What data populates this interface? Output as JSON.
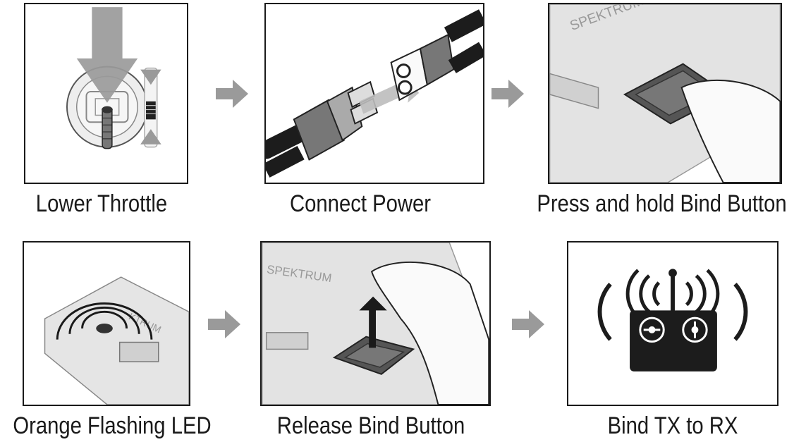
{
  "steps": [
    {
      "label": "Lower Throttle"
    },
    {
      "label": "Connect Power"
    },
    {
      "label": "Press and hold Bind Button"
    },
    {
      "label": "Orange Flashing LED"
    },
    {
      "label": "Release Bind Button"
    },
    {
      "label": "Bind TX to RX"
    }
  ],
  "brand_text": "SPEKTRUM",
  "colors": {
    "ink": "#1a1a1a",
    "arrow_gray": "#9a9a9a",
    "device_gray": "#e3e3e3",
    "transmitter": "#1c1c1c"
  }
}
